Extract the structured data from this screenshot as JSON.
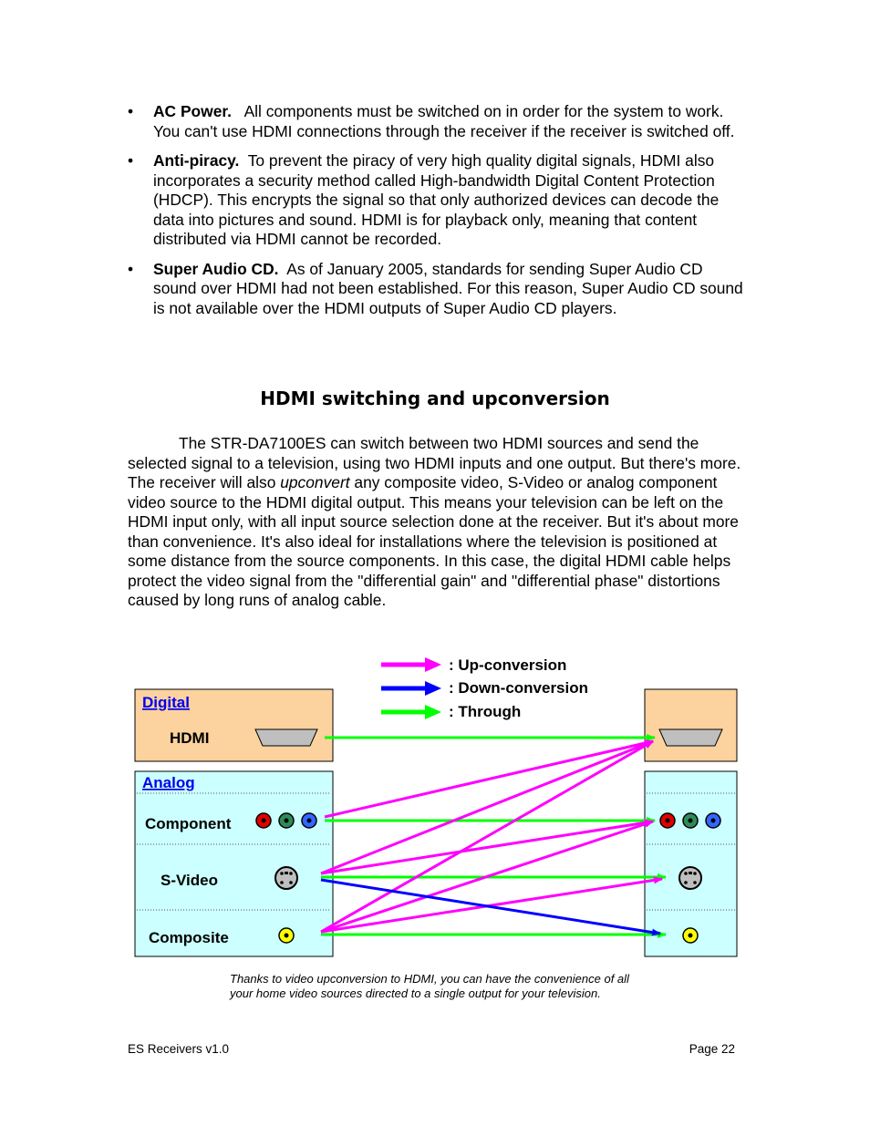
{
  "bullets": [
    {
      "title": "AC Power.",
      "text": "All components must be switched on in order for the system to work.  You can't use HDMI connections through the receiver if the receiver is switched off."
    },
    {
      "title": "Anti-piracy.",
      "text": "To prevent the piracy of very high quality digital signals, HDMI also incorporates a security method called High-bandwidth Digital Content Protection (HDCP).  This encrypts the signal so that only authorized devices can decode the data into pictures and sound.  HDMI is for playback only, meaning that content distributed via HDMI cannot be recorded."
    },
    {
      "title": "Super Audio CD.",
      "text": "As of January 2005, standards for sending Super Audio CD sound over HDMI had not been established.  For this reason, Super Audio CD sound is not available over the HDMI outputs of Super Audio CD players."
    }
  ],
  "section_title": "HDMI switching and upconversion",
  "paragraph": {
    "before": "The STR-DA7100ES can switch between two HDMI sources and send the selected signal to a television, using two HDMI inputs and one output.  But there's more.  The receiver will also ",
    "emphasis": "upconvert",
    "after": " any composite video, S-Video or analog component video source to the HDMI digital output.  This means your television can be left on the HDMI input only, with all input source selection done at the receiver.  But it's about more than convenience.  It's also ideal for installations where the television is positioned at some distance from the source components.  In this case, the digital HDMI cable helps protect the video signal from the \"differential gain\" and \"differential phase\" distortions caused by long runs of analog cable."
  },
  "diagram": {
    "legend": [
      {
        "label": ": Up-conversion",
        "color": "#ff00ff"
      },
      {
        "label": ": Down-conversion",
        "color": "#0000ff"
      },
      {
        "label": ": Through",
        "color": "#00ff00"
      }
    ],
    "digital_label": "Digital",
    "hdmi_label": "HDMI",
    "analog_label": "Analog",
    "component_label": "Component",
    "svideo_label": "S-Video",
    "composite_label": "Composite",
    "colors": {
      "digital_panel": "#fcd29f",
      "analog_panel": "#ccffff",
      "link": "#0000ee"
    }
  },
  "caption": "Thanks to video upconversion to HDMI, you can have the convenience of all your home video sources directed to a single output for your television.",
  "footer": {
    "left": "ES Receivers v1.0",
    "right": "Page 22"
  }
}
